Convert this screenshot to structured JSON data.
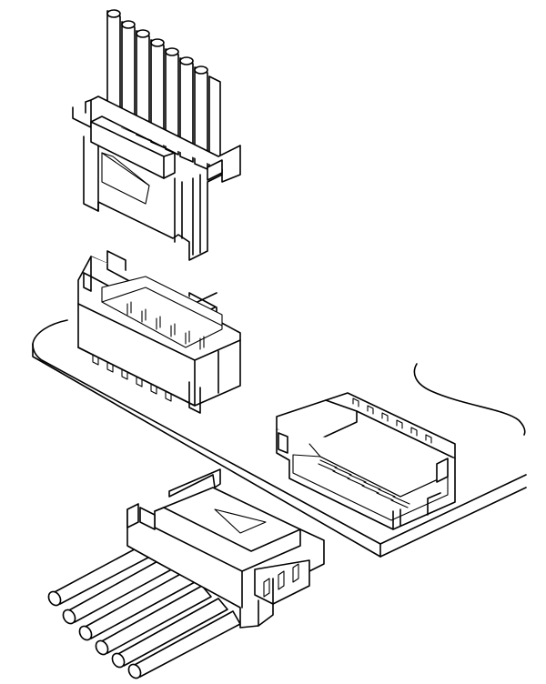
{
  "figure": {
    "background": "#ffffff",
    "line_color": "#000000",
    "parts": [
      "vertical-crimp-housing-with-wires",
      "pcb-header-vertical",
      "printed-circuit-board",
      "pcb-header-right-angle",
      "horizontal-crimp-housing-with-wires"
    ],
    "wire_count": 6,
    "header_contact_count": 6
  }
}
